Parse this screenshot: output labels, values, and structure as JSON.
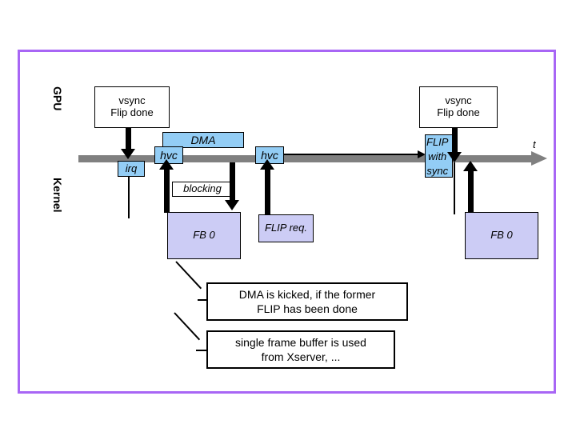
{
  "slide": {
    "background_color": "#ffffff",
    "frame_border_color": "#A866F5"
  },
  "palette": {
    "timeline_gray": "#808080",
    "event_blue": "#93CDF5",
    "buffer_lavender": "#CCCCF5",
    "stroke_black": "#000000"
  },
  "lanes": {
    "gpu_label": "GPU",
    "kernel_label": "Kernel"
  },
  "timeline": {
    "axis_label": "t"
  },
  "events": {
    "vsync_left": {
      "line1": "vsync",
      "line2": "Flip done"
    },
    "vsync_right": {
      "line1": "vsync",
      "line2": "Flip done"
    },
    "irq": "irq",
    "hvc_1": "hvc",
    "hvc_2": "hvc",
    "dma": "DMA",
    "flip_with_sync": {
      "line1": "FLIP",
      "line2": "with",
      "line3": "sync"
    },
    "blocking": "blocking"
  },
  "buffers": {
    "fb0_left": "FB 0",
    "fb0_right": "FB 0",
    "flip_request": "FLIP req."
  },
  "notes": [
    {
      "line1": "DMA is kicked, if the former",
      "line2": "FLIP has been done"
    },
    {
      "line1": "single frame buffer is used",
      "line2": "from Xserver, ..."
    }
  ]
}
